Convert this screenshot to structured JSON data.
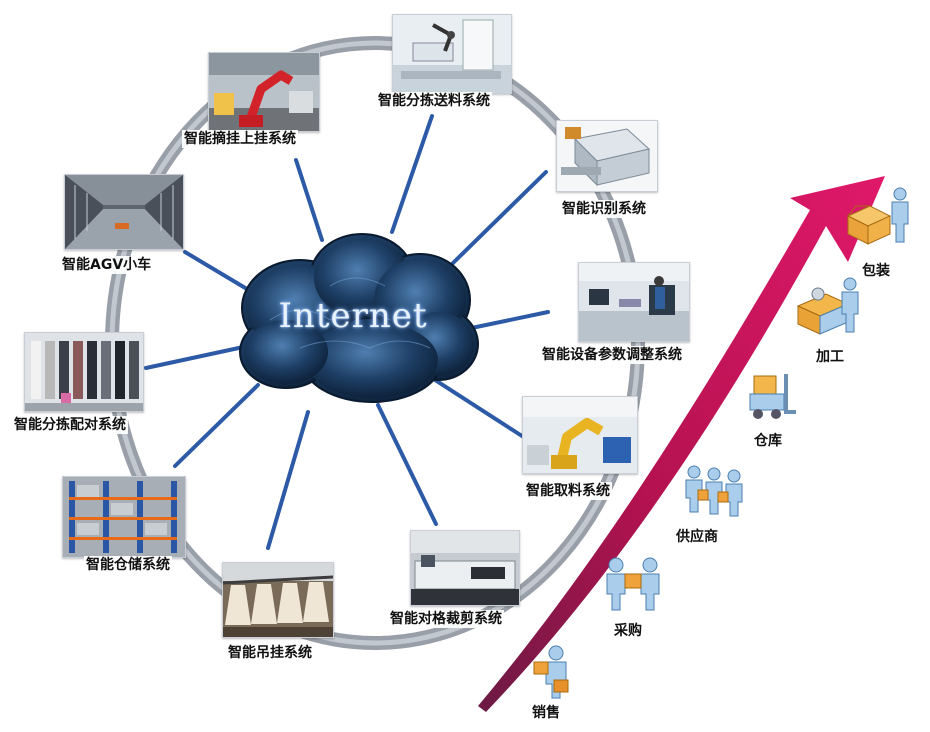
{
  "hub": {
    "label": "Internet"
  },
  "systems": [
    {
      "id": "sort-feed",
      "label": "智能分拣送料系统"
    },
    {
      "id": "hang",
      "label": "智能摘挂上挂系统"
    },
    {
      "id": "identify",
      "label": "智能识别系统"
    },
    {
      "id": "agv",
      "label": "智能AGV小车"
    },
    {
      "id": "param",
      "label": "智能设备参数调整系统"
    },
    {
      "id": "pair",
      "label": "智能分拣配对系统"
    },
    {
      "id": "pick",
      "label": "智能取料系统"
    },
    {
      "id": "storage",
      "label": "智能仓储系统"
    },
    {
      "id": "cut",
      "label": "智能对格裁剪系统"
    },
    {
      "id": "hanger",
      "label": "智能吊挂系统"
    }
  ],
  "supply_chain": [
    {
      "id": "sales",
      "label": "销售",
      "icon": "sales-person-icon"
    },
    {
      "id": "purchase",
      "label": "采购",
      "icon": "purchase-people-icon"
    },
    {
      "id": "supplier",
      "label": "供应商",
      "icon": "supplier-group-icon"
    },
    {
      "id": "warehouse",
      "label": "仓库",
      "icon": "forklift-icon"
    },
    {
      "id": "process",
      "label": "加工",
      "icon": "machine-worker-icon"
    },
    {
      "id": "package",
      "label": "包装",
      "icon": "box-packer-icon"
    }
  ],
  "colors": {
    "ring": "#9aa1ab",
    "spoke": "#2c5aa6",
    "arrow": "#d4145a",
    "cloud": "#1c3e63"
  }
}
